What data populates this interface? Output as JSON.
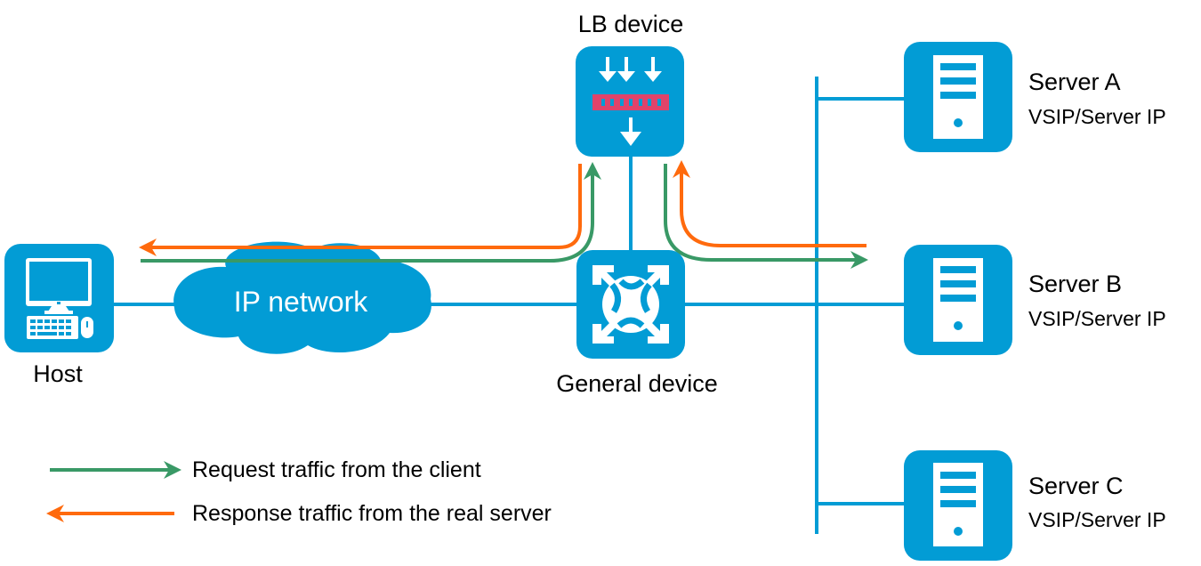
{
  "colors": {
    "device_blue": "#029CD5",
    "request_green": "#399966",
    "response_orange": "#FF6A0D",
    "lb_bar_red": "#E0436A",
    "text": "#000000",
    "white": "#FFFFFF"
  },
  "nodes": {
    "lb_device": {
      "label": "LB device",
      "icon": "load-balancer-icon"
    },
    "general_device": {
      "label": "General device",
      "icon": "switch-router-icon"
    },
    "host": {
      "label": "Host",
      "icon": "desktop-computer-icon"
    },
    "ip_network": {
      "label": "IP network",
      "icon": "cloud-icon"
    },
    "servers": [
      {
        "name": "Server A",
        "address": "VSIP/Server IP",
        "icon": "server-icon"
      },
      {
        "name": "Server B",
        "address": "VSIP/Server IP",
        "icon": "server-icon"
      },
      {
        "name": "Server C",
        "address": "VSIP/Server IP",
        "icon": "server-icon"
      }
    ]
  },
  "legend": [
    {
      "label": "Request traffic from the client",
      "color_key": "request_green",
      "direction": "right"
    },
    {
      "label": "Response traffic from the real server",
      "color_key": "response_orange",
      "direction": "left"
    }
  ]
}
